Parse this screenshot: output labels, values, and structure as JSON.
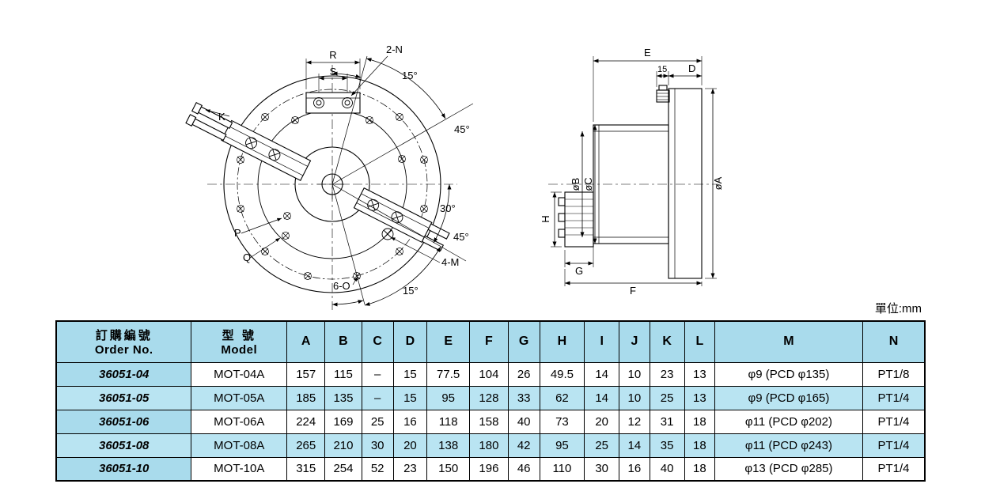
{
  "page": {
    "unit_label": "單位:mm"
  },
  "drawings": {
    "front": {
      "labels": {
        "R": "R",
        "S": "S",
        "N2": "2-N",
        "K": "K",
        "a15top": "15°",
        "a45top": "45°",
        "a30": "30°",
        "a45low": "45°",
        "a15low": "15°",
        "P": "P",
        "Q": "Q",
        "M4": "4-M",
        "O6": "6-O"
      }
    },
    "side": {
      "labels": {
        "E": "E",
        "n15": "15",
        "D": "D",
        "phiA": "øA",
        "phiB": "øB",
        "phiC": "øC",
        "H": "H",
        "G": "G",
        "F": "F"
      }
    }
  },
  "table": {
    "header_order": {
      "zh": "訂購編號",
      "en": "Order No."
    },
    "header_model": {
      "zh": "型 號",
      "en": "Model"
    },
    "letter_columns": [
      "A",
      "B",
      "C",
      "D",
      "E",
      "F",
      "G",
      "H",
      "I",
      "J",
      "K",
      "L",
      "M",
      "N"
    ],
    "rows": [
      {
        "order_no": "36051-04",
        "model": "MOT-04A",
        "values": [
          "157",
          "115",
          "–",
          "15",
          "77.5",
          "104",
          "26",
          "49.5",
          "14",
          "10",
          "23",
          "13",
          "φ9 (PCD φ135)",
          "PT1/8"
        ]
      },
      {
        "order_no": "36051-05",
        "model": "MOT-05A",
        "values": [
          "185",
          "135",
          "–",
          "15",
          "95",
          "128",
          "33",
          "62",
          "14",
          "10",
          "25",
          "13",
          "φ9 (PCD φ165)",
          "PT1/4"
        ]
      },
      {
        "order_no": "36051-06",
        "model": "MOT-06A",
        "values": [
          "224",
          "169",
          "25",
          "16",
          "118",
          "158",
          "40",
          "73",
          "20",
          "12",
          "31",
          "18",
          "φ11 (PCD φ202)",
          "PT1/4"
        ]
      },
      {
        "order_no": "36051-08",
        "model": "MOT-08A",
        "values": [
          "265",
          "210",
          "30",
          "20",
          "138",
          "180",
          "42",
          "95",
          "25",
          "14",
          "35",
          "18",
          "φ11 (PCD φ243)",
          "PT1/4"
        ]
      },
      {
        "order_no": "36051-10",
        "model": "MOT-10A",
        "values": [
          "315",
          "254",
          "52",
          "23",
          "150",
          "196",
          "46",
          "110",
          "30",
          "16",
          "40",
          "18",
          "φ13 (PCD φ285)",
          "PT1/4"
        ]
      }
    ]
  }
}
